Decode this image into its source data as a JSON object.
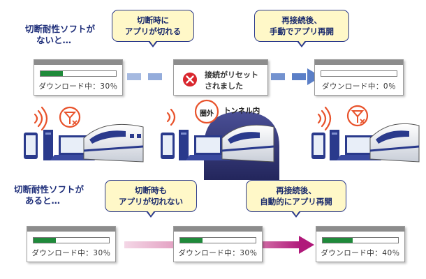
{
  "top": {
    "heading": [
      "切断耐性ソフトが",
      "ないと…"
    ],
    "callout_left": [
      "切断時に",
      "アプリが切れる"
    ],
    "callout_right": [
      "再接続後、",
      "手動でアプリ再開"
    ],
    "progress_left": {
      "label": "ダウンロード中：30％",
      "fraction": 0.3
    },
    "error_dialog": {
      "icon": "error-x-icon",
      "lines": [
        "接続がリセット",
        "されました"
      ]
    },
    "progress_right": {
      "label": "ダウンロード中：0％",
      "fraction": 0.0
    }
  },
  "middle": {
    "tunnel_label": "トンネル内",
    "out_of_range_label": "圏外"
  },
  "bottom": {
    "heading": [
      "切断耐性ソフトが",
      "あると…"
    ],
    "callout_left": [
      "切断時も",
      "アプリが切れない"
    ],
    "callout_right": [
      "再接続後、",
      "自動的にアプリ再開"
    ],
    "progress_left": {
      "label": "ダウンロード中：30％",
      "fraction": 0.3
    },
    "progress_middle": {
      "label": "ダウンロード中：30％",
      "fraction": 0.3
    },
    "progress_right": {
      "label": "ダウンロード中：40％",
      "fraction": 0.4
    }
  },
  "colors": {
    "heading": "#1f2f7a",
    "callout_fill": "#fff8c8",
    "progress_fill": "#1f8a3a",
    "top_arrow": "#5b7fc7",
    "bottom_arrow": "#b0197a",
    "no_signal_badge": "#e8522b",
    "error_red": "#d9272e"
  }
}
